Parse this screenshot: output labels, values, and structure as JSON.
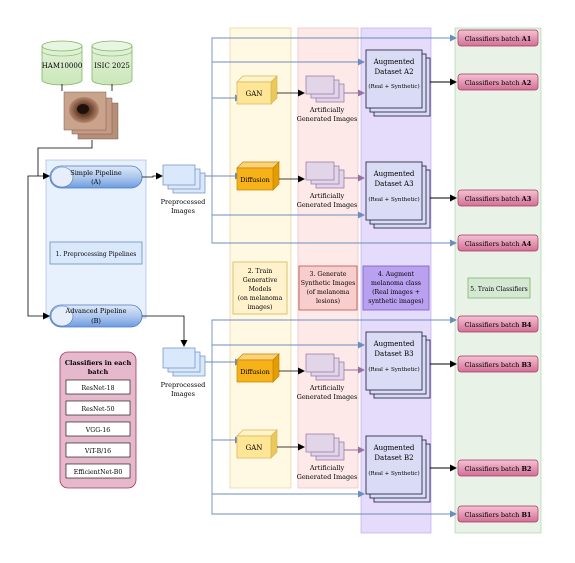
{
  "datasets": {
    "ham": "HAM10000",
    "isic": "ISIC 2025"
  },
  "pipelines": {
    "simple": [
      "Simple Pipeline",
      "(A)"
    ],
    "advanced": [
      "Advanced Pipeline",
      "(B)"
    ],
    "stage_label": "1. Preprocessing Pipelines"
  },
  "preprocessed": [
    "Preprocessed",
    "Images"
  ],
  "models": {
    "gan": "GAN",
    "diffusion": "Diffusion"
  },
  "artificial": [
    "Artificially",
    "Generated Images"
  ],
  "augmented": {
    "a2": [
      "Augmented",
      "Dataset A2"
    ],
    "a3": [
      "Augmented",
      "Dataset A3"
    ],
    "b3": [
      "Augmented",
      "Dataset B3"
    ],
    "b2": [
      "Augmented",
      "Dataset B2"
    ],
    "sub": "(Real + Synthetic)"
  },
  "stages": {
    "train": [
      "2. Train",
      "Generative",
      "Models",
      "(on melanoma",
      "images)"
    ],
    "generate": [
      "3. Generate",
      "Synthetic Images",
      "(of melanoma",
      "lesions)"
    ],
    "augment": [
      "4. Augment",
      "melanoma class",
      "(Real images +",
      "synthetic images)"
    ],
    "classifiers": "5. Train Classifiers"
  },
  "batches": {
    "a1": [
      "Classifiers batch ",
      "A1"
    ],
    "a2": [
      "Classifiers batch ",
      "A2"
    ],
    "a3": [
      "Classifiers batch ",
      "A3"
    ],
    "a4": [
      "Classifiers batch ",
      "A4"
    ],
    "b4": [
      "Classifiers batch ",
      "B4"
    ],
    "b3": [
      "Classifiers batch ",
      "B3"
    ],
    "b2": [
      "Classifiers batch ",
      "B2"
    ],
    "b1": [
      "Classifiers batch ",
      "B1"
    ]
  },
  "legend": {
    "title": [
      "Classifiers in each",
      "batch"
    ],
    "models": [
      "ResNet-18",
      "ResNet-50",
      "VGG-16",
      "ViT-B/16",
      "EfficientNet-B0"
    ]
  }
}
